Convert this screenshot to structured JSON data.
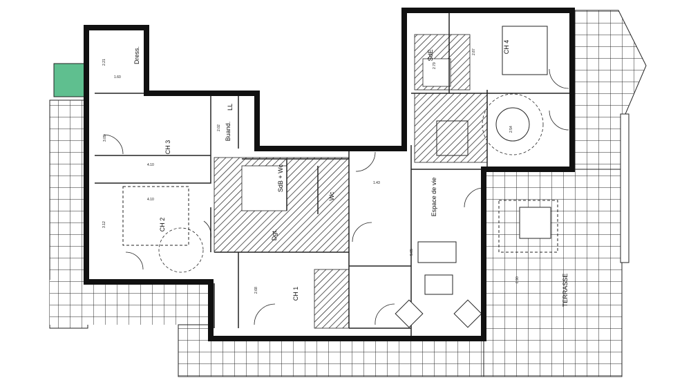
{
  "rooms": {
    "dress": "Dress.",
    "ch3": "CH 3",
    "buand": "Buand.",
    "ll": "LL",
    "ch2": "CH 2",
    "sdb": "SdB + Wc",
    "wc": "Wc",
    "dgt": "Dgt.",
    "ch1": "CH 1",
    "sde": "SdE",
    "ch4": "CH 4",
    "living": "Espace de vie",
    "terrace": "TERRASSE"
  },
  "dimensions": {
    "dress_len": "2.21",
    "dress_w": "1.60",
    "ch3_len": "3.09",
    "ch3_w": "4.10",
    "ch2_w": "4.10",
    "ch2_len": "3.12",
    "buand_len": "2.02",
    "ch1_len": "2.68",
    "living_len": "5.65",
    "dining_len": "2.54",
    "ch4_len": "2.87",
    "sde_len": "2.79",
    "entry_w": "1.43",
    "terrace_len": "6.90"
  },
  "colors": {
    "wall": "#111111",
    "garden": "#5fbf8f",
    "hatch": "#333333"
  }
}
